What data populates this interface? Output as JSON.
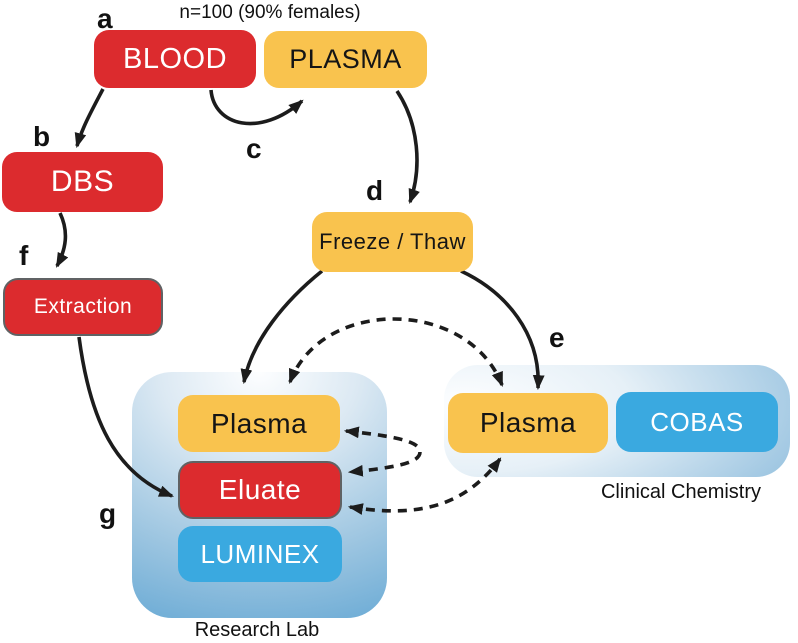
{
  "title": "n=100 (90% females)",
  "nodes": {
    "blood": "BLOOD",
    "plasma_top": "PLASMA",
    "dbs": "DBS",
    "freeze_thaw": "Freeze / Thaw",
    "extraction": "Extraction",
    "plasma_lab": "Plasma",
    "eluate": "Eluate",
    "luminex": "LUMINEX",
    "plasma_clinical": "Plasma",
    "cobas": "COBAS"
  },
  "labels": {
    "a": "a",
    "b": "b",
    "c": "c",
    "d": "d",
    "e": "e",
    "f": "f",
    "g": "g"
  },
  "captions": {
    "research_lab": "Research Lab",
    "clinical_chemistry": "Clinical Chemistry"
  },
  "edges": [
    {
      "label": "a",
      "node": "BLOOD",
      "style": "node-label"
    },
    {
      "label": "b",
      "from": "BLOOD",
      "to": "DBS",
      "style": "solid"
    },
    {
      "label": "c",
      "from": "BLOOD",
      "to": "PLASMA",
      "style": "solid"
    },
    {
      "label": "d",
      "from": "PLASMA",
      "to": "Freeze / Thaw",
      "style": "solid"
    },
    {
      "label": "",
      "from": "Freeze / Thaw",
      "to": "Plasma (Research Lab)",
      "style": "solid"
    },
    {
      "label": "e",
      "from": "Freeze / Thaw",
      "to": "Plasma (Clinical Chemistry)",
      "style": "solid"
    },
    {
      "label": "f",
      "from": "DBS",
      "to": "Extraction",
      "style": "solid"
    },
    {
      "label": "g",
      "from": "Extraction",
      "to": "Eluate",
      "style": "solid"
    },
    {
      "label": "",
      "from": "Plasma (Research Lab)",
      "to": "Plasma (Clinical Chemistry)",
      "style": "dashed",
      "bidirectional": true
    },
    {
      "label": "",
      "from": "Plasma (Research Lab)",
      "to": "Eluate",
      "style": "dashed",
      "bidirectional": true
    },
    {
      "label": "",
      "from": "Eluate",
      "to": "Plasma (Clinical Chemistry)",
      "style": "dashed",
      "bidirectional": true
    }
  ],
  "colors": {
    "red": "#DC2B2E",
    "yellow": "#F9C34E",
    "blue": "#3AA9E0",
    "container_blue": "#4D9BCE",
    "arrow": "#1C1C1C"
  }
}
